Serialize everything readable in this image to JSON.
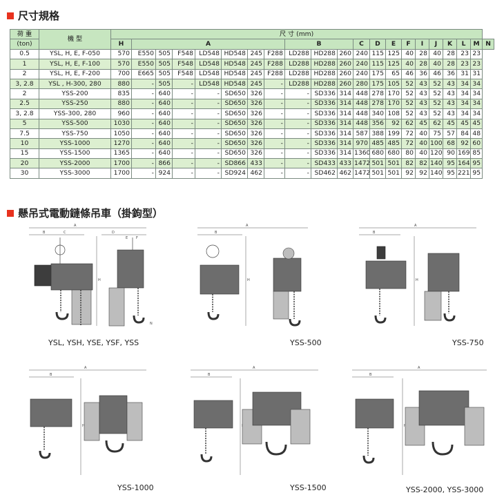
{
  "sections": {
    "spec_title": "尺寸規格",
    "hoist_title": "懸吊式電動鏈條吊車（掛鉤型）"
  },
  "table": {
    "header": {
      "load": "荷 重",
      "load_unit": "(ton)",
      "model": "機 型",
      "dims": "尺 寸 (mm)",
      "cols": [
        "H",
        "A",
        "B",
        "C",
        "D",
        "E",
        "F",
        "I",
        "J",
        "K",
        "L",
        "M",
        "N"
      ]
    },
    "rows": [
      {
        "load": "0.5",
        "model": "YSL, H, E, F-050",
        "cells": [
          "570",
          "E550",
          "505",
          "F548",
          "LD548",
          "HD548",
          "245",
          "F288",
          "LD288",
          "HD288",
          "260",
          "240",
          "115",
          "125",
          "40",
          "28",
          "40",
          "28",
          "23",
          "23"
        ],
        "hl": false
      },
      {
        "load": "1",
        "model": "YSL, H, E, F-100",
        "cells": [
          "570",
          "E550",
          "505",
          "F548",
          "LD548",
          "HD548",
          "245",
          "F288",
          "LD288",
          "HD288",
          "260",
          "240",
          "115",
          "125",
          "40",
          "28",
          "40",
          "28",
          "23",
          "23"
        ],
        "hl": true
      },
      {
        "load": "2",
        "model": "YSL, H, E, F-200",
        "cells": [
          "700",
          "E665",
          "505",
          "F548",
          "LD548",
          "HD548",
          "245",
          "F288",
          "LD288",
          "HD288",
          "260",
          "240",
          "175",
          "65",
          "46",
          "36",
          "46",
          "36",
          "31",
          "31"
        ],
        "hl": false
      },
      {
        "load": "3, 2.8",
        "model": "YSL , H-300, 280",
        "cells": [
          "880",
          "-",
          "505",
          "-",
          "LD548",
          "HD548",
          "245",
          "-",
          "LD288",
          "HD288",
          "260",
          "280",
          "175",
          "105",
          "52",
          "43",
          "52",
          "43",
          "34",
          "34"
        ],
        "hl": true
      },
      {
        "load": "2",
        "model": "YSS-200",
        "cells": [
          "835",
          "-",
          "640",
          "-",
          "-",
          "SD650",
          "326",
          "-",
          "-",
          "SD336",
          "314",
          "448",
          "278",
          "170",
          "52",
          "43",
          "52",
          "43",
          "34",
          "34"
        ],
        "hl": false
      },
      {
        "load": "2.5",
        "model": "YSS-250",
        "cells": [
          "880",
          "-",
          "640",
          "-",
          "-",
          "SD650",
          "326",
          "-",
          "-",
          "SD336",
          "314",
          "448",
          "278",
          "170",
          "52",
          "43",
          "52",
          "43",
          "34",
          "34"
        ],
        "hl": true
      },
      {
        "load": "3, 2.8",
        "model": "YSS-300, 280",
        "cells": [
          "960",
          "-",
          "640",
          "-",
          "-",
          "SD650",
          "326",
          "-",
          "-",
          "SD336",
          "314",
          "448",
          "340",
          "108",
          "52",
          "43",
          "52",
          "43",
          "34",
          "34"
        ],
        "hl": false
      },
      {
        "load": "5",
        "model": "YSS-500",
        "cells": [
          "1030",
          "-",
          "640",
          "-",
          "-",
          "SD650",
          "326",
          "-",
          "-",
          "SD336",
          "314",
          "448",
          "356",
          "92",
          "62",
          "45",
          "62",
          "45",
          "45",
          "45"
        ],
        "hl": true
      },
      {
        "load": "7.5",
        "model": "YSS-750",
        "cells": [
          "1050",
          "-",
          "640",
          "-",
          "-",
          "SD650",
          "326",
          "-",
          "-",
          "SD336",
          "314",
          "587",
          "388",
          "199",
          "72",
          "40",
          "75",
          "57",
          "84",
          "48"
        ],
        "hl": false
      },
      {
        "load": "10",
        "model": "YSS-1000",
        "cells": [
          "1270",
          "-",
          "640",
          "-",
          "-",
          "SD650",
          "326",
          "-",
          "-",
          "SD336",
          "314",
          "970",
          "485",
          "485",
          "72",
          "40",
          "100",
          "68",
          "92",
          "60"
        ],
        "hl": true
      },
      {
        "load": "15",
        "model": "YSS-1500",
        "cells": [
          "1365",
          "-",
          "640",
          "-",
          "-",
          "SD650",
          "326",
          "-",
          "-",
          "SD336",
          "314",
          "1360",
          "680",
          "680",
          "80",
          "40",
          "120",
          "90",
          "169",
          "85"
        ],
        "hl": false
      },
      {
        "load": "20",
        "model": "YSS-2000",
        "cells": [
          "1700",
          "-",
          "866",
          "-",
          "-",
          "SD866",
          "433",
          "-",
          "-",
          "SD433",
          "433",
          "1472",
          "501",
          "501",
          "82",
          "82",
          "140",
          "95",
          "164",
          "95"
        ],
        "hl": true
      },
      {
        "load": "30",
        "model": "YSS-3000",
        "cells": [
          "1700",
          "-",
          "924",
          "-",
          "-",
          "SD924",
          "462",
          "-",
          "-",
          "SD462",
          "462",
          "1472",
          "501",
          "501",
          "92",
          "92",
          "140",
          "95",
          "221",
          "95"
        ],
        "hl": false
      }
    ]
  },
  "diagrams": [
    {
      "caption": "YSL, YSH, YSE, YSF, YSS"
    },
    {
      "caption": "YSS-500"
    },
    {
      "caption": "YSS-750"
    },
    {
      "caption": "YSS-1000"
    },
    {
      "caption": "YSS-1500"
    },
    {
      "caption": "YSS-2000, YSS-3000"
    }
  ],
  "colors": {
    "accent": "#e8321e",
    "header_bg": "#c7e6c0",
    "row_highlight": "#dcefd0"
  }
}
